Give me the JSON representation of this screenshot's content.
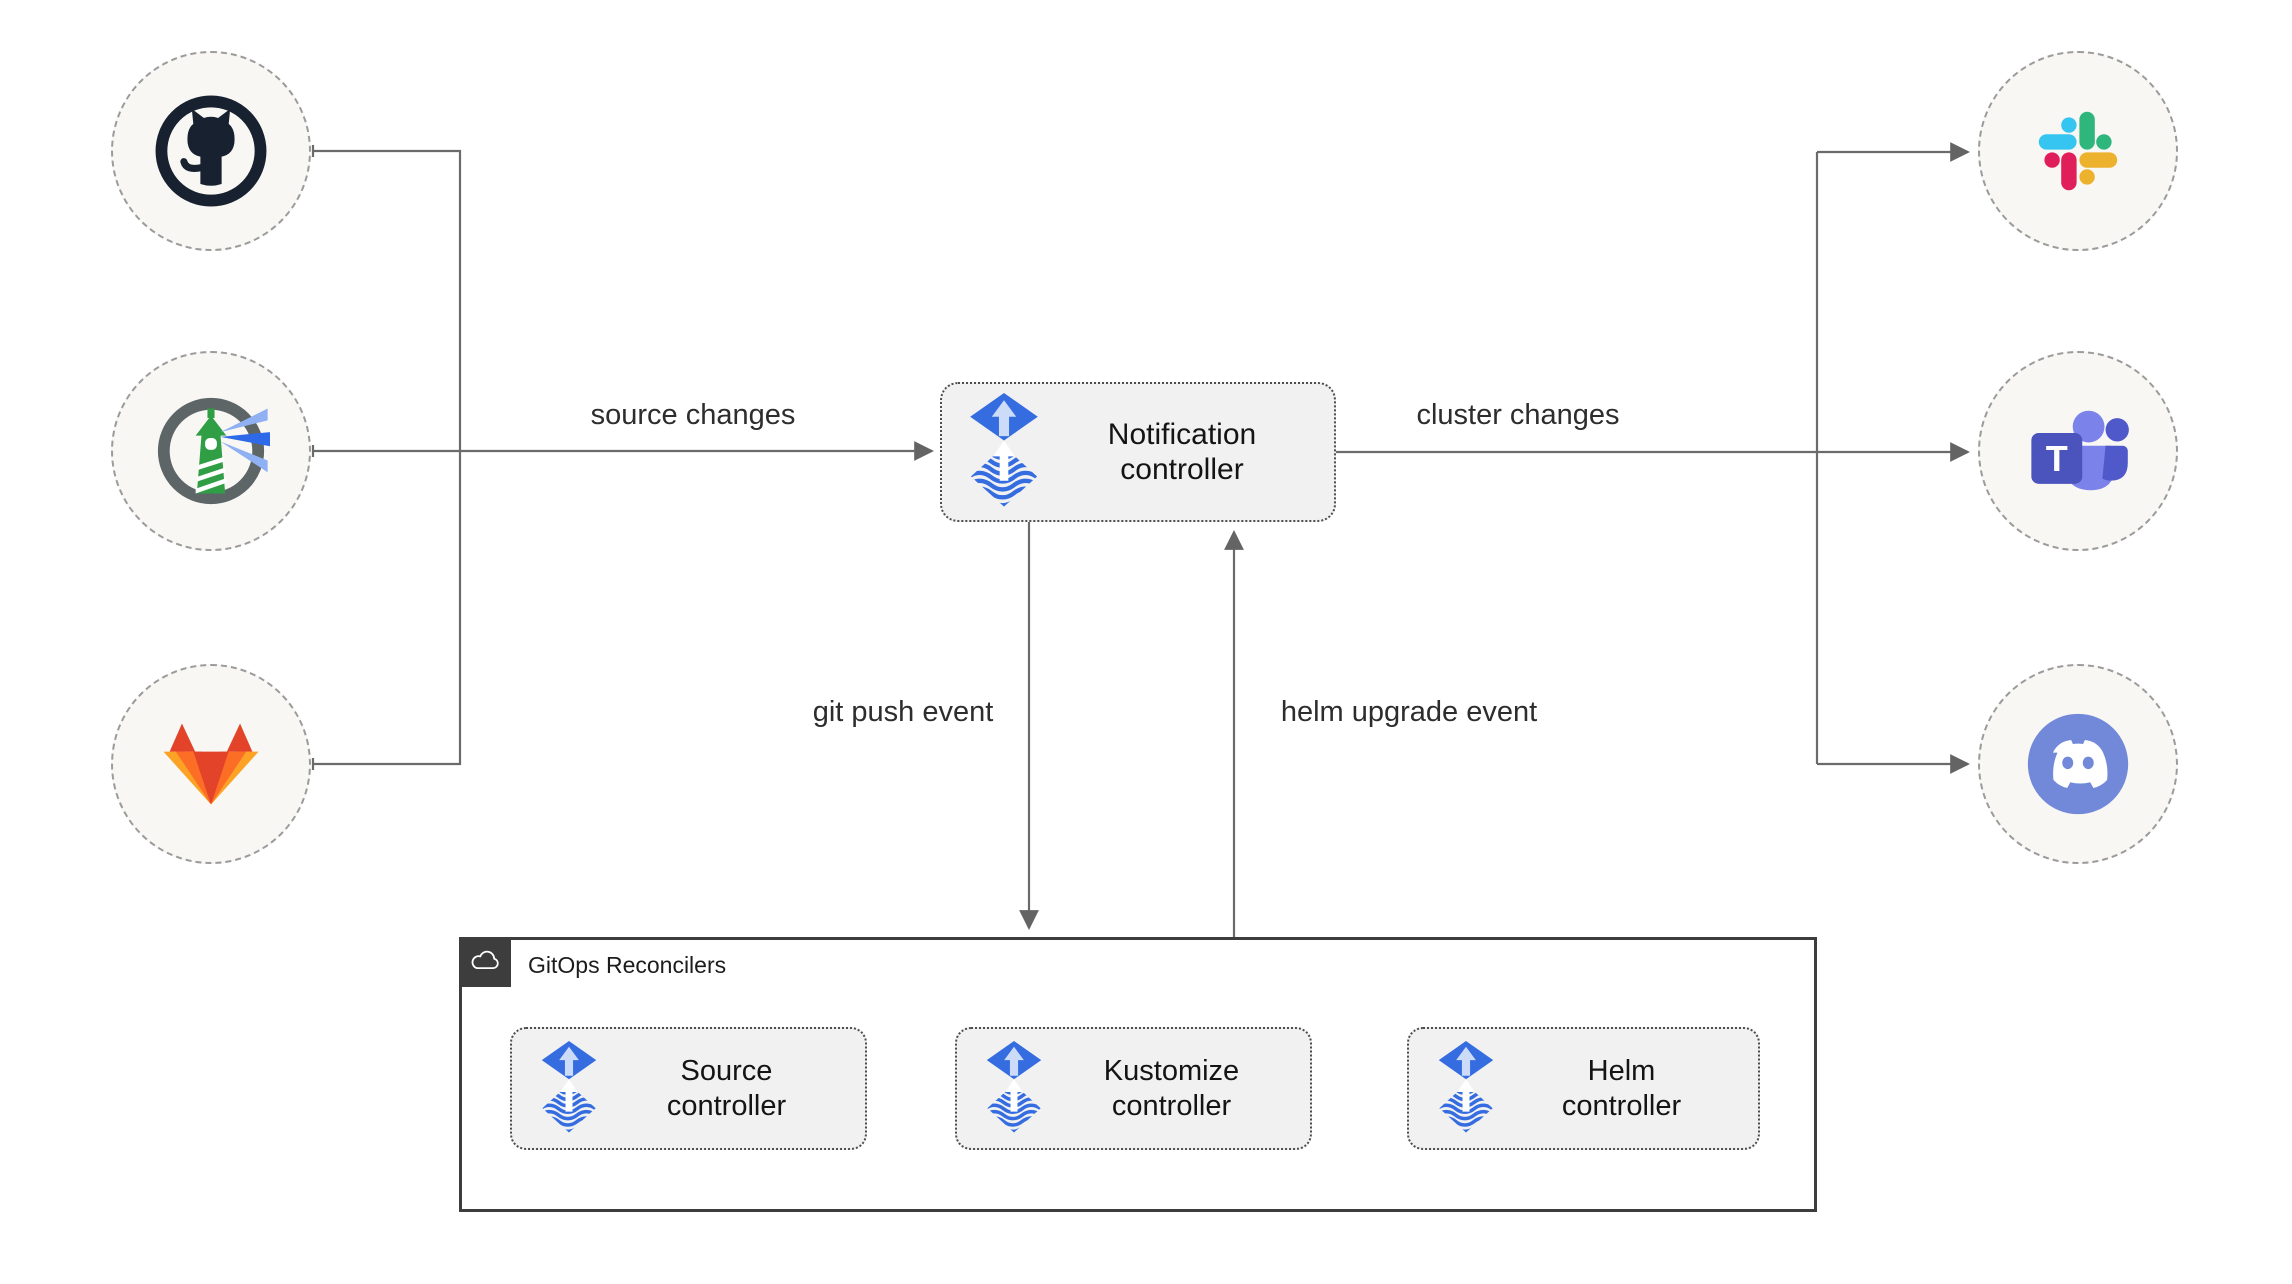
{
  "nodes": {
    "notification_controller": {
      "label": "Notification\ncontroller",
      "icon": "flux-icon"
    },
    "gitops_group": {
      "label": "GitOps Reconcilers",
      "icon": "cloud-icon"
    },
    "source_controller": {
      "label": "Source\ncontroller",
      "icon": "flux-icon"
    },
    "kustomize_controller": {
      "label": "Kustomize\ncontroller",
      "icon": "flux-icon"
    },
    "helm_controller": {
      "label": "Helm\ncontroller",
      "icon": "flux-icon"
    }
  },
  "edge_labels": {
    "source_changes": "source changes",
    "cluster_changes": "cluster changes",
    "git_push_event": "git push event",
    "helm_upgrade_event": "helm upgrade event"
  },
  "external_icons": {
    "sources": [
      "github-icon",
      "harbor-icon",
      "gitlab-icon"
    ],
    "notification_targets": [
      "slack-icon",
      "teams-icon",
      "discord-icon"
    ]
  },
  "teams_icon_letter": "T",
  "colors": {
    "flux_blue": "#356de0",
    "flux_light": "#ccdcf8",
    "wire_gray": "#6b6b6b",
    "node_fill": "#f1f1f2",
    "circle_fill": "#f8f7f4",
    "github_dark": "#17212f",
    "harbor_gray": "#5d6567",
    "harbor_green": "#2f9e44",
    "gitlab_red": "#e24329",
    "gitlab_orange": "#fc6d26",
    "gitlab_yellow": "#fca326",
    "slack_blue": "#36c5f0",
    "slack_green": "#2eb67d",
    "slack_pink": "#e01e5a",
    "slack_yellow": "#ecb22e",
    "teams_dark": "#4b53bc",
    "teams_light": "#7b83eb",
    "discord_blurple": "#7289da"
  }
}
